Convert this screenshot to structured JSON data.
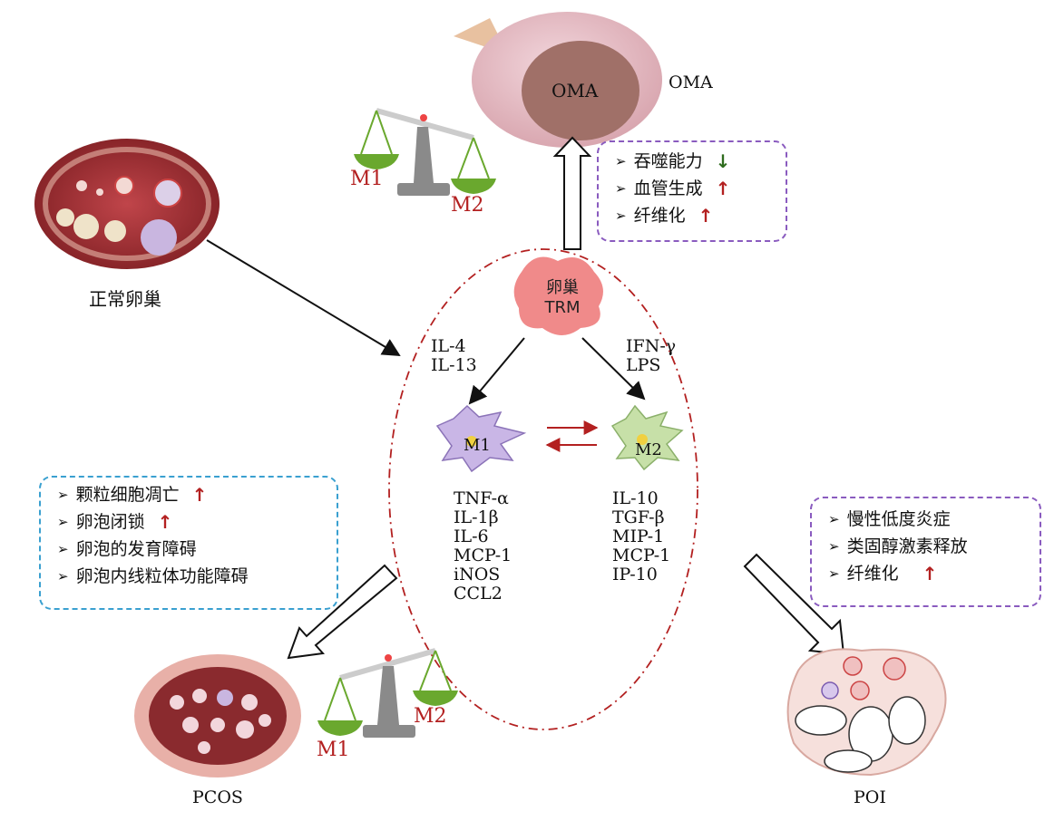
{
  "labels": {
    "oma_center": "OMA",
    "oma_side": "OMA",
    "normal_ovary": "正常卵巢",
    "pcos": "PCOS",
    "poi": "POI",
    "trm_line1": "卵巢",
    "trm_line2": "TRM",
    "m1_cell": "M1",
    "m2_cell": "M2"
  },
  "scales": {
    "top": {
      "left": "M1",
      "right": "M2"
    },
    "bottom": {
      "left": "M1",
      "right": "M2"
    }
  },
  "stimuli": {
    "m1": [
      "IL-4",
      "IL-13"
    ],
    "m2": [
      "IFN-γ",
      "LPS"
    ]
  },
  "markers": {
    "m1": [
      "TNF-α",
      "IL-1β",
      "IL-6",
      "MCP-1",
      "iNOS",
      "CCL2"
    ],
    "m2": [
      "IL-10",
      "TGF-β",
      "MIP-1",
      "MCP-1",
      "IP-10"
    ]
  },
  "boxes": {
    "oma": {
      "items": [
        {
          "text": "吞噬能力",
          "arrow": "↓",
          "arrow_color": "#2e6b1e"
        },
        {
          "text": "血管生成",
          "arrow": "↑",
          "arrow_color": "#b32020"
        },
        {
          "text": "纤维化",
          "arrow": "↑",
          "arrow_color": "#b32020"
        }
      ],
      "border_color": "#8a5bbf"
    },
    "pcos": {
      "items": [
        {
          "text": "颗粒细胞凋亡",
          "arrow": "↑",
          "arrow_color": "#b32020"
        },
        {
          "text": "卵泡闭锁",
          "arrow": "↑",
          "arrow_color": "#b32020"
        },
        {
          "text": "卵泡的发育障碍",
          "arrow": "",
          "arrow_color": ""
        },
        {
          "text": "卵泡内线粒体功能障碍",
          "arrow": "",
          "arrow_color": ""
        }
      ],
      "border_color": "#3aa0d0"
    },
    "poi": {
      "items": [
        {
          "text": "慢性低度炎症",
          "arrow": "",
          "arrow_color": ""
        },
        {
          "text": "类固醇激素释放",
          "arrow": "",
          "arrow_color": ""
        },
        {
          "text": "纤维化",
          "arrow": "↑",
          "arrow_color": "#b32020"
        }
      ],
      "border_color": "#8a5bbf"
    }
  },
  "colors": {
    "ellipse": "#b32020",
    "scale_pan": "#6aa82e",
    "m_label": "#b32020",
    "m1_cell": "#c9b6e6",
    "m2_cell": "#c7e0a8",
    "trm_cell": "#f08a8a"
  },
  "icons": [
    "bullet-arrow-icon",
    "up-arrow-icon",
    "down-arrow-icon",
    "balance-scale-icon"
  ]
}
